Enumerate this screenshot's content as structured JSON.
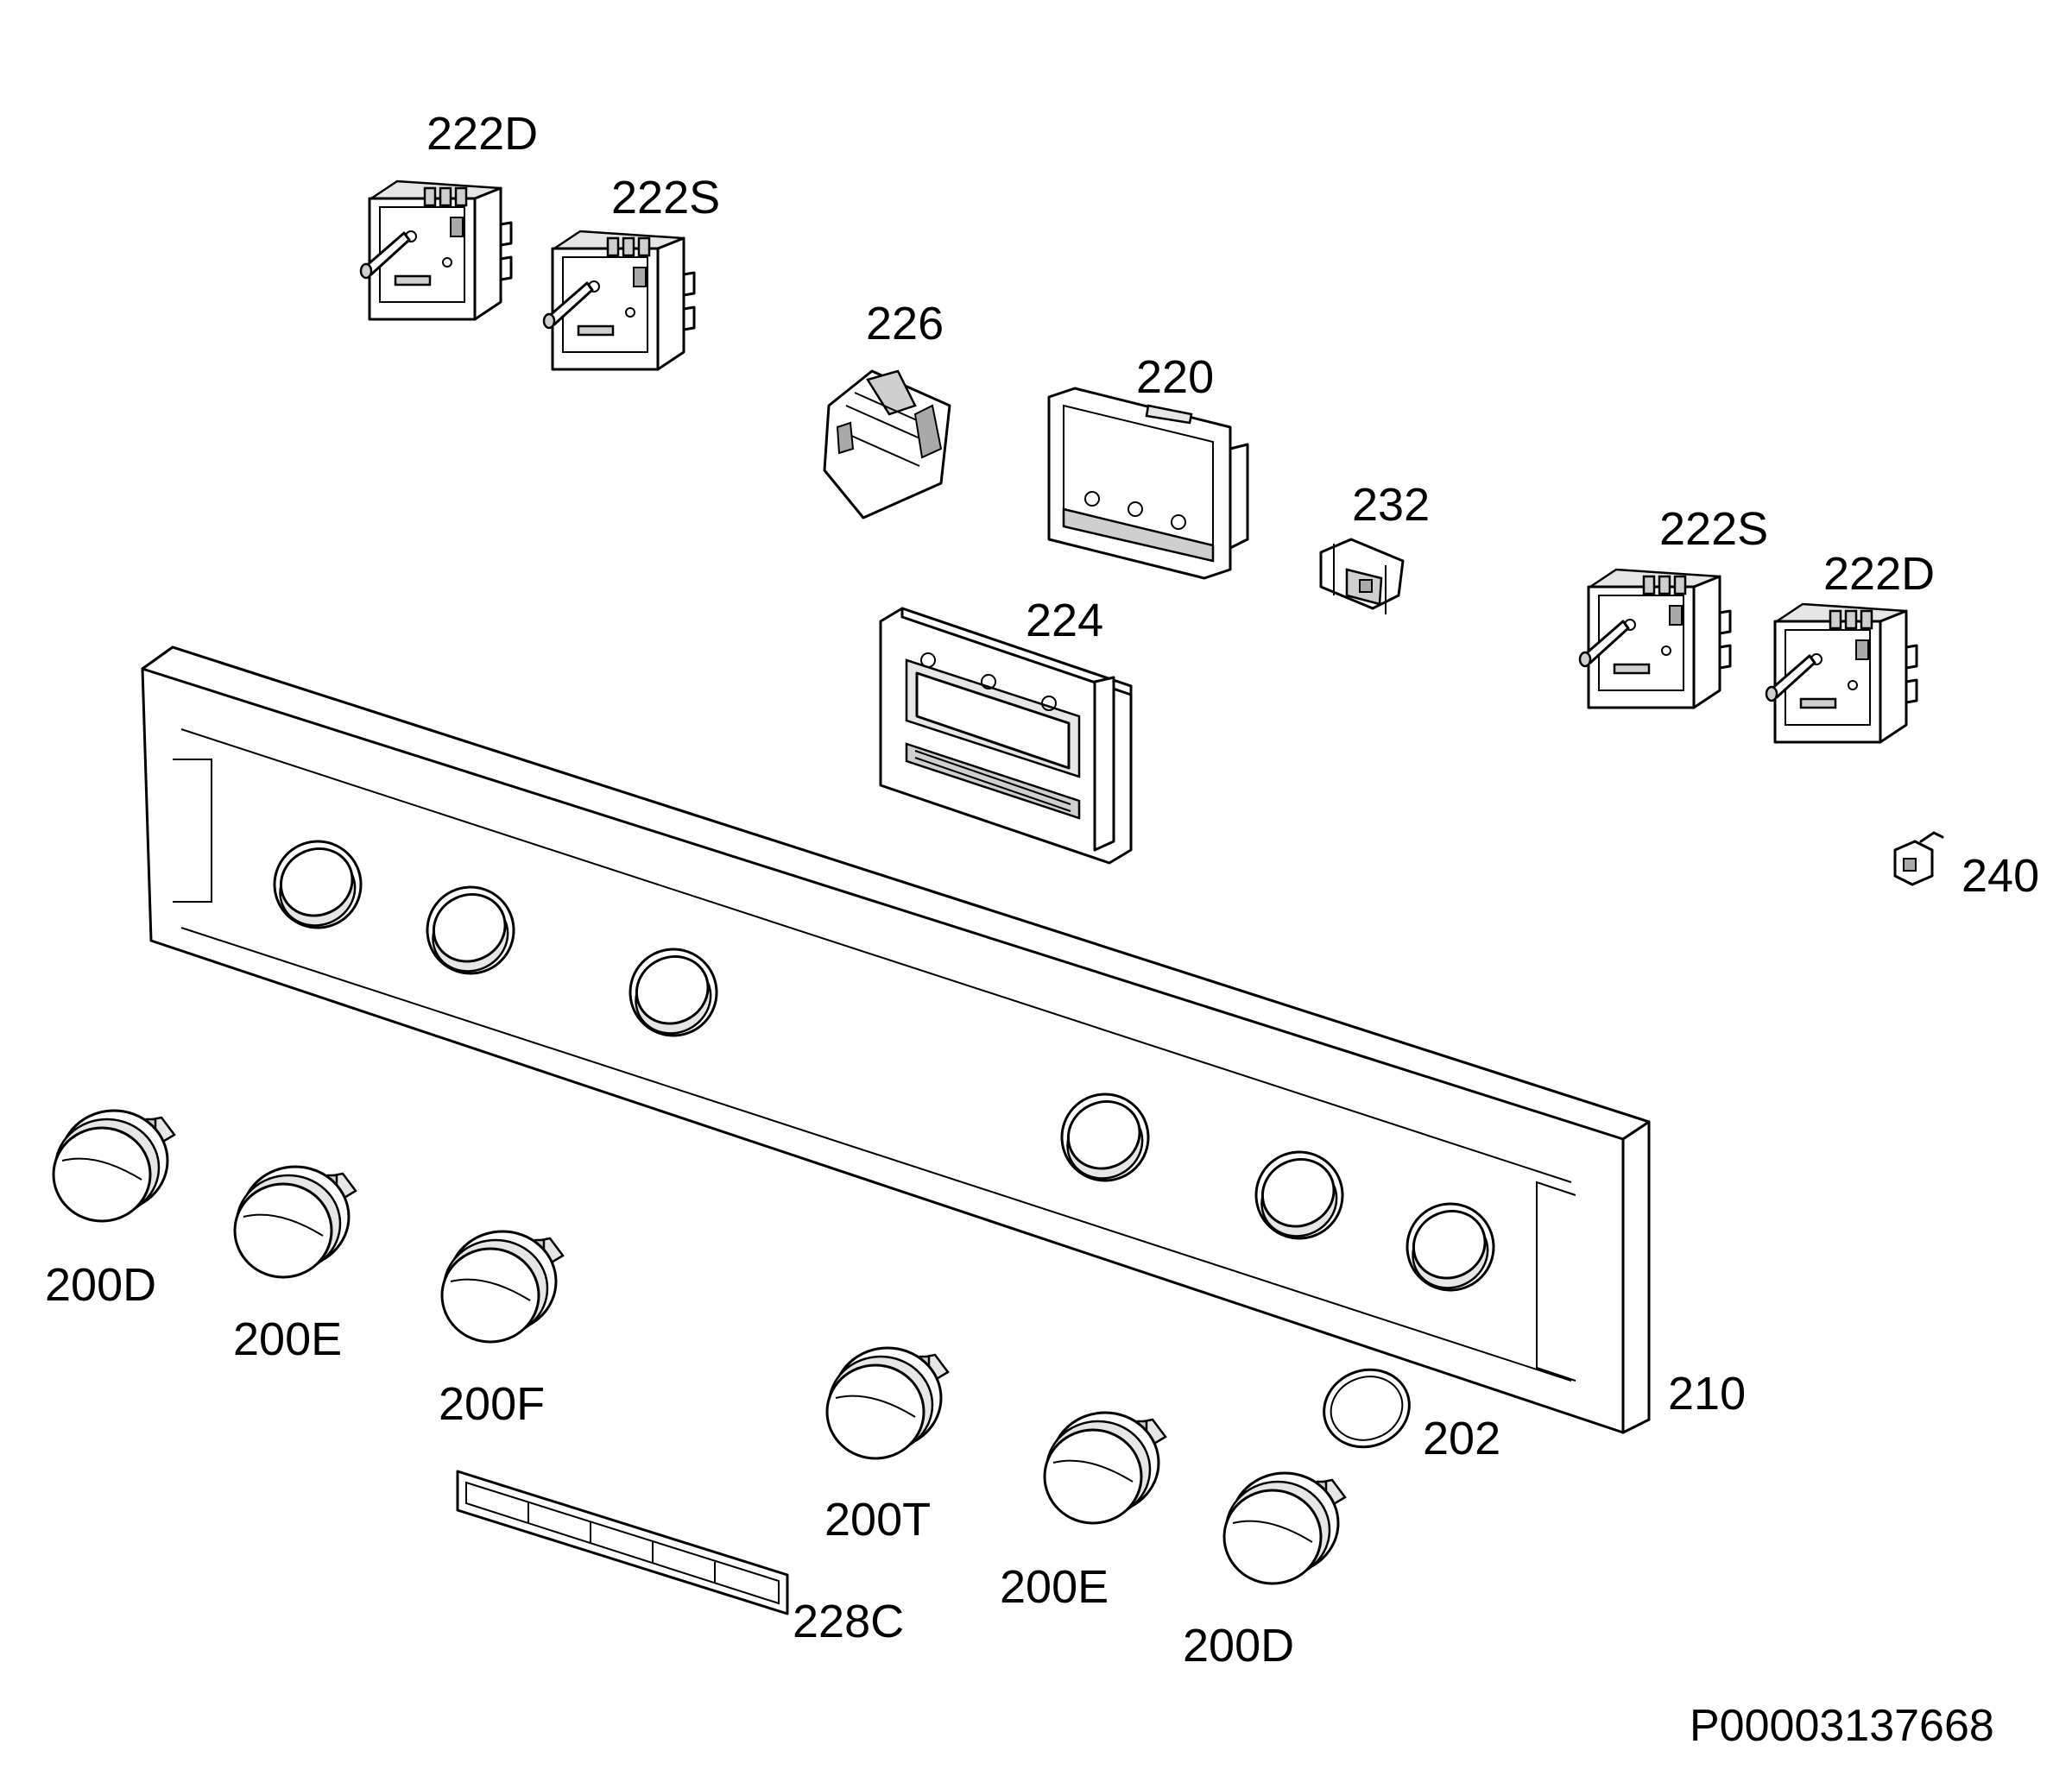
{
  "labels": {
    "sw_top_left_d": "222D",
    "sw_top_left_s": "222S",
    "selector": "226",
    "display_housing": "220",
    "micro_switch": "232",
    "sw_right_s": "222S",
    "sw_right_d": "222D",
    "display_module": "224",
    "connector": "240",
    "knob_1": "200D",
    "knob_2": "200E",
    "knob_3": "200F",
    "knob_4": "200T",
    "knob_5": "200E",
    "knob_6": "200D",
    "panel": "210",
    "ring": "202",
    "symbol_strip": "228C",
    "drawing_code": "P00003137668"
  }
}
